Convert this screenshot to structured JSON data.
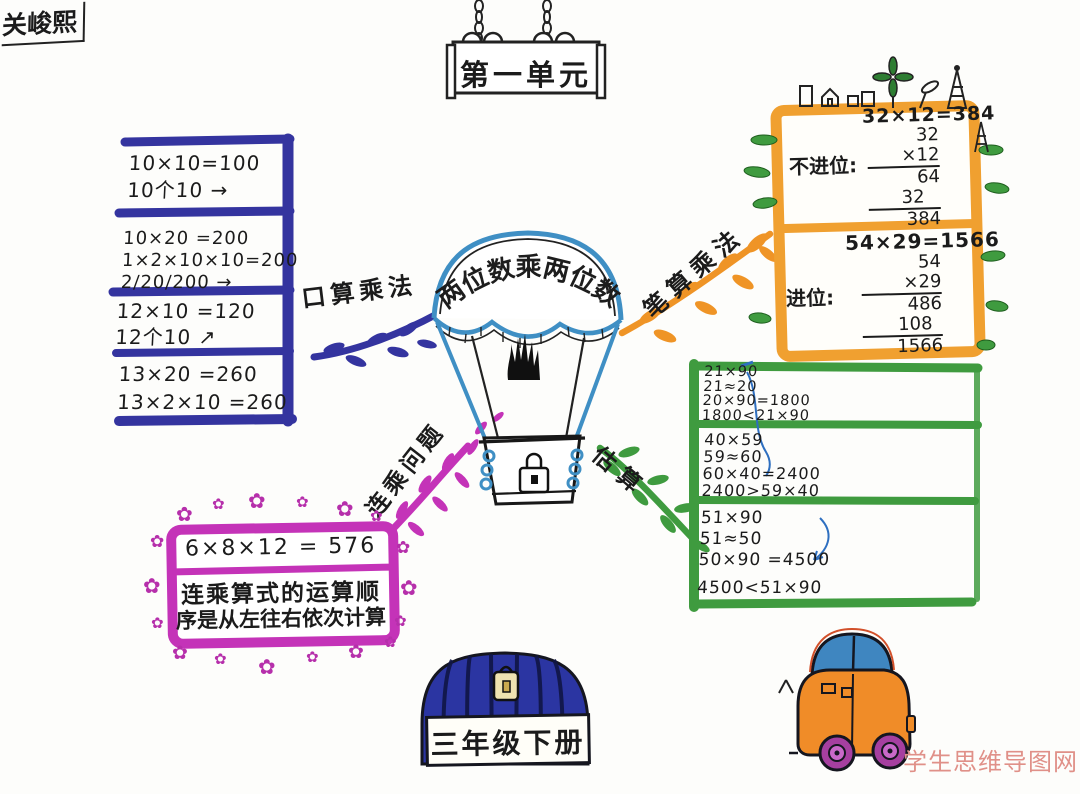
{
  "meta": {
    "student_name": "关峻熙",
    "watermark": "学生思维导图网"
  },
  "sign": {
    "text": "第一单元"
  },
  "center": {
    "title": "两位数乘两位数",
    "book": "三年级下册"
  },
  "branches": {
    "oral": "口算乘法",
    "written": "笔算乘法",
    "chain": "连乘问题",
    "estimate": "估算"
  },
  "colors": {
    "blue": "#34349f",
    "orange": "#f0a030",
    "green": "#3f9b3f",
    "magenta": "#c433b8",
    "sky_blue": "#3f8fc4",
    "dome_blue": "#2b35a2",
    "car_orange": "#f08c28",
    "wheel_purple": "#a63fa0",
    "watermark_red": "#e09088"
  },
  "oral_box": {
    "sections": [
      {
        "lines": [
          "10×10=100",
          "10个10 →"
        ]
      },
      {
        "lines": [
          "10×20 =200",
          "1×2×10×10=200",
          "2/20/200 →"
        ]
      },
      {
        "lines": [
          "12×10 =120",
          "12个10 ↗"
        ]
      },
      {
        "lines": [
          "13×20 =260",
          "13×2×10 =260"
        ]
      }
    ]
  },
  "written_box": {
    "no_carry": {
      "heading": "32×12=384",
      "label": "不进位:",
      "rows": [
        "32",
        "×12",
        "64",
        "32",
        "384"
      ]
    },
    "carry": {
      "heading": "54×29=1566",
      "label": "进位:",
      "rows": [
        "54",
        "×29",
        "486",
        "108",
        "1566"
      ]
    }
  },
  "estimate_box": {
    "sections": [
      {
        "lines": [
          "21×90",
          "21≈20",
          "20×90=1800",
          "1800<21×90"
        ]
      },
      {
        "lines": [
          "40×59",
          "59≈60",
          "60×40=2400",
          "2400>59×40"
        ]
      },
      {
        "lines": [
          "51×90",
          "51≈50",
          "50×90 =4500",
          "4500<51×90"
        ]
      }
    ]
  },
  "chain_box": {
    "formula": "6×8×12 = 576",
    "rule1": "连乘算式的运算顺",
    "rule2": "序是从左往右依次计算"
  }
}
